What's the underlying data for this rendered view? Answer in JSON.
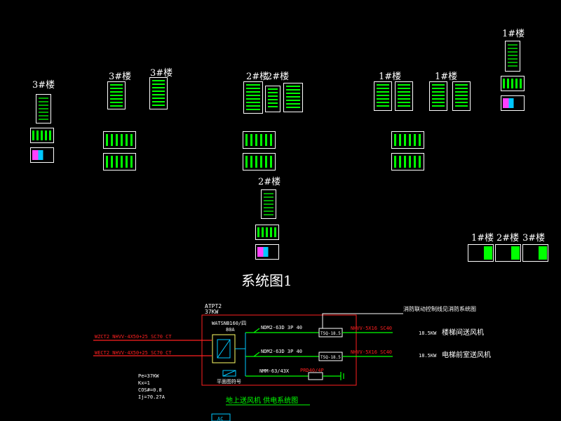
{
  "building_labels": {
    "b3_left": "3#楼",
    "b3_a": "3#楼",
    "b3_b": "3#楼",
    "b2_a": "2#楼",
    "b2_b": "2#楼",
    "b1_a": "1#楼",
    "b1_b": "1#楼",
    "b1_top": "1#楼",
    "b2_mid": "2#楼",
    "legend_1": "1#楼",
    "legend_2": "2#楼",
    "legend_3": "3#楼"
  },
  "system_title": "系统图1",
  "schematic": {
    "cabinet_id": "ATPT2",
    "cabinet_power": "37KW",
    "top_note": "消防联动控制线见消防系统图",
    "switch_main": "WATSNB160/四",
    "switch_rating": "80A",
    "feeder_in_1": "WZCT2  NHVV-4X50+25  SC70  CT",
    "feeder_in_2": "WECT2  NHVV-4X50+25  SC70  CT",
    "breaker_1": "NDM2-63D  3P  40",
    "breaker_2": "NDM2-63D  3P  40",
    "breaker_3": "NMM-63/43X",
    "meter_1": "TSQ-18.5",
    "meter_2": "TSQ-18.5",
    "spd": "PRD40/4P",
    "cable_out_1": "NHVV-5X16  SC40",
    "cable_out_2": "NHVV-5X16  SC40",
    "load_kw_1": "18.5KW",
    "load_kw_2": "18.5KW",
    "load_name_1": "楼梯间送风机",
    "load_name_2": "电梯前室送风机",
    "panel_note": "平面图符号",
    "calc_pe": "Pe=37KW",
    "calc_kx": "Kx=1",
    "calc_cos": "COS#=0.8",
    "calc_ij": "Ij=70.27A",
    "caption": "地上送风机   供电系统图",
    "bottom_tag": "AC"
  },
  "colors": {
    "feeder": "#ff2020",
    "breaker_line": "#00ff00",
    "cabinet_border": "#ff2020",
    "cyan": "#00c8ff",
    "text_yellow": "#ffff66",
    "caption_green": "#00ff00",
    "sheet_green": "#00ff00",
    "sheet_magenta": "#ff40ff"
  }
}
